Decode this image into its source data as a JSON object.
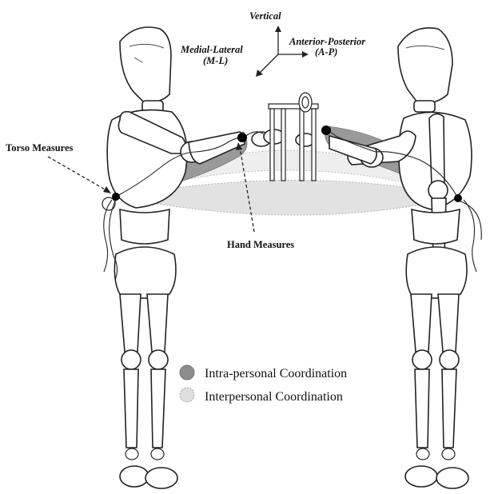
{
  "axes": {
    "vertical": "Vertical",
    "anterior_posterior_1": "Anterior-Posterior",
    "anterior_posterior_2": "(A-P)",
    "medial_lateral_1": "Medial-Lateral",
    "medial_lateral_2": "(M-L)"
  },
  "callouts": {
    "torso": "Torso Measures",
    "hand": "Hand Measures"
  },
  "legend": {
    "items": [
      {
        "label": "Intra-personal Coordination",
        "color": "#8c8c8c"
      },
      {
        "label": "Interpersonal Coordination",
        "color": "#dedede"
      }
    ]
  },
  "colors": {
    "intra_band": "#9a9a9a",
    "inter_band": "#e2e2e2",
    "marker": "#000000"
  }
}
